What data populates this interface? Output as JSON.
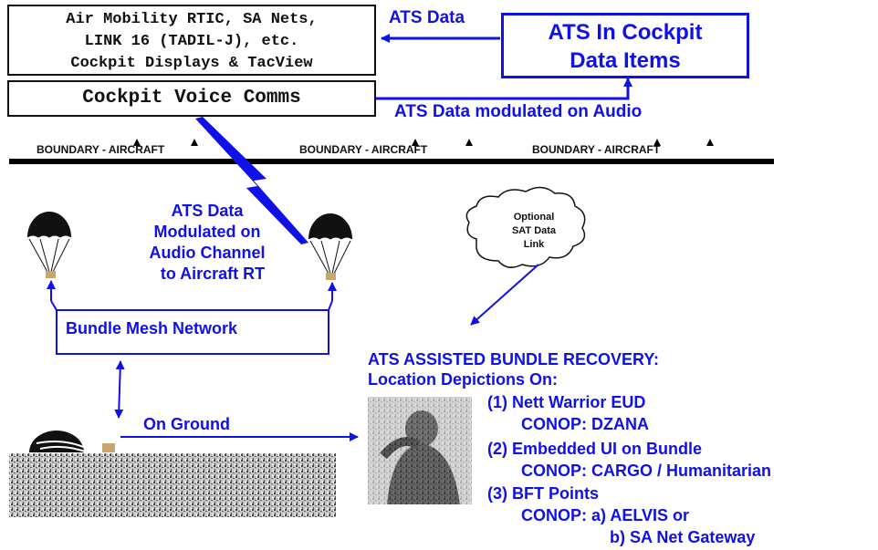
{
  "top_box": {
    "line1": "Air Mobility RTIC, SA Nets,",
    "line2": "LINK 16 (TADIL-J), etc.",
    "line3": "Cockpit Displays & TacView"
  },
  "voice_box": "Cockpit Voice Comms",
  "ats_data_label": "ATS Data",
  "cockpit_items": {
    "line1": "ATS In Cockpit",
    "line2": "Data Items"
  },
  "ats_modulated_label": "ATS Data modulated on Audio",
  "boundaries": [
    "BOUNDARY - AIRCRAFT",
    "BOUNDARY - AIRCRAFT",
    "BOUNDARY - AIRCRAFT"
  ],
  "ats_channel": {
    "line1": "ATS Data",
    "line2": "Modulated on",
    "line3": "Audio Channel",
    "line4": "to Aircraft RT"
  },
  "cloud": {
    "line1": "Optional",
    "line2": "SAT Data",
    "line3": "Link"
  },
  "mesh_label": "Bundle Mesh Network",
  "on_ground_label": "On Ground",
  "recovery": {
    "title": "ATS ASSISTED BUNDLE RECOVERY:",
    "subtitle": "Location Depictions On:",
    "item1": "(1) Nett Warrior EUD",
    "item1_conop": "CONOP: DZANA",
    "item2": "(2) Embedded UI on Bundle",
    "item2_conop": "CONOP: CARGO / Humanitarian",
    "item3": "(3) BFT Points",
    "item3_conop_a": "CONOP: a) AELVIS or",
    "item3_conop_b": "b) SA Net Gateway"
  },
  "colors": {
    "accent_blue": "#1010e8",
    "text_black": "#111111"
  }
}
